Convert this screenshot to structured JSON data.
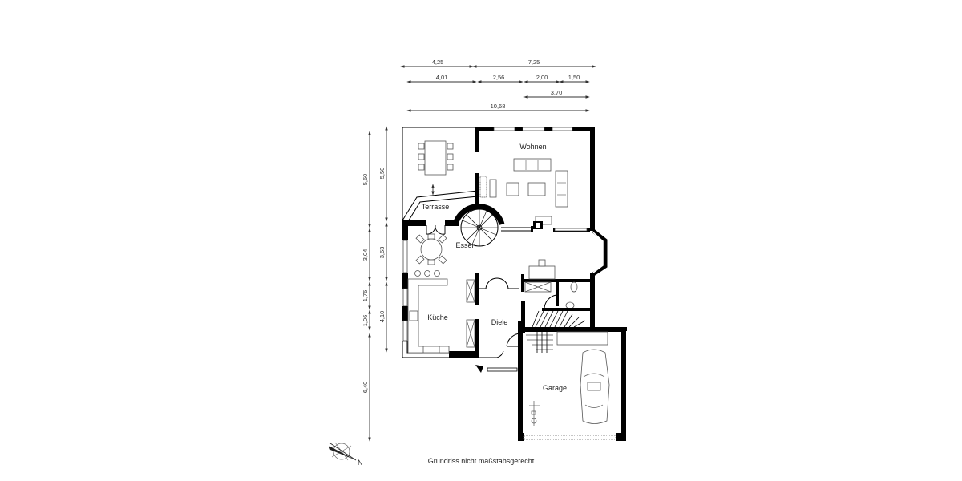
{
  "plan": {
    "note": "Grundriss nicht maßstabsgerecht",
    "compass_label": "N",
    "rooms": [
      {
        "id": "wohnen",
        "label": "Wohnen"
      },
      {
        "id": "terrasse",
        "label": "Terrasse"
      },
      {
        "id": "essen",
        "label": "Essen"
      },
      {
        "id": "kueche",
        "label": "Küche"
      },
      {
        "id": "diele",
        "label": "Diele"
      },
      {
        "id": "garage",
        "label": "Garage"
      }
    ],
    "dimensions_top": {
      "row1": [
        "4,25",
        "7,25"
      ],
      "row2": [
        "4,01",
        "2,56",
        "2,00",
        "1,50"
      ],
      "row3": [
        "3,70"
      ],
      "row4": [
        "10,68"
      ]
    },
    "dimensions_left": {
      "outer": [
        "5,60",
        "3,04",
        "1,76",
        "1,06",
        "6,40"
      ],
      "inner": [
        "5,50",
        "3,63",
        "4,10"
      ]
    }
  }
}
